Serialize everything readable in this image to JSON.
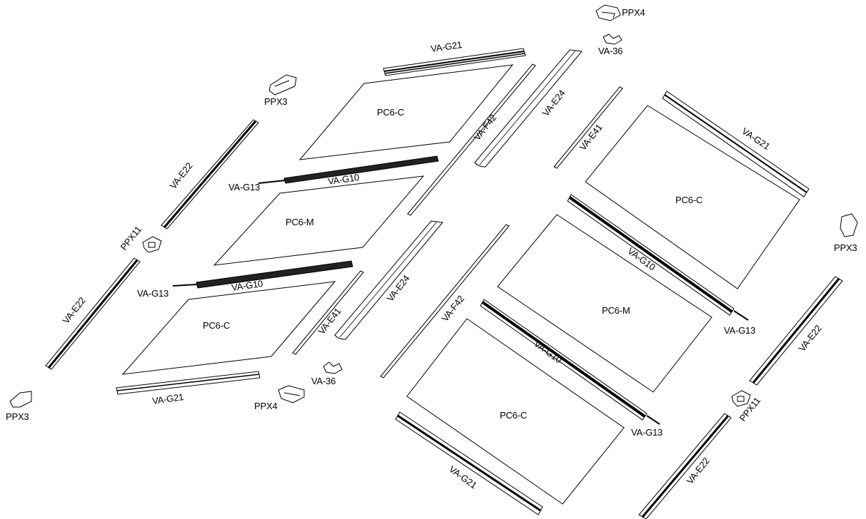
{
  "labels": {
    "ppx4_top": "PPX4",
    "va36_top": "VA-36",
    "va_g21_top": "VA-G21",
    "ppx3_upper_left": "PPX3",
    "pc6c_top": "PC6-C",
    "va_f42_top": "VA-F42",
    "va_e24_top": "VA-E24",
    "va_e41_right": "VA-E41",
    "va_g21_right": "VA-G21",
    "va_e22_left_upper": "VA-E22",
    "va_g13_left_upper": "VA-G13",
    "va_g10_left_upper": "VA-G10",
    "pc6m_left": "PC6-M",
    "ppx11_left": "PPX11",
    "pc6c_right_upper": "PC6-C",
    "ppx3_right": "PPX3",
    "va_e22_left_lower": "VA-E22",
    "va_g13_left_lower": "VA-G13",
    "va_g10_left_lower": "VA-G10",
    "va_e41_left": "VA-E41",
    "va_e24_mid": "VA-E24",
    "pc6c_left_lower": "PC6-C",
    "va_g10_right_upper": "VA-G10",
    "va_f42_mid": "VA-F42",
    "pc6m_right": "PC6-M",
    "va_g13_right_upper": "VA-G13",
    "va_e22_right_upper": "VA-E22",
    "va_g10_right_lower": "VA-G10",
    "va36_bottom": "VA-36",
    "va_g21_bottom_left": "VA-G21",
    "ppx4_bottom": "PPX4",
    "ppx3_bottom_left": "PPX3",
    "pc6c_bottom": "PC6-C",
    "va_g13_right_lower": "VA-G13",
    "ppx11_right": "PPX11",
    "va_g21_bottom": "VA-G21",
    "va_e22_bottom": "VA-E22"
  }
}
